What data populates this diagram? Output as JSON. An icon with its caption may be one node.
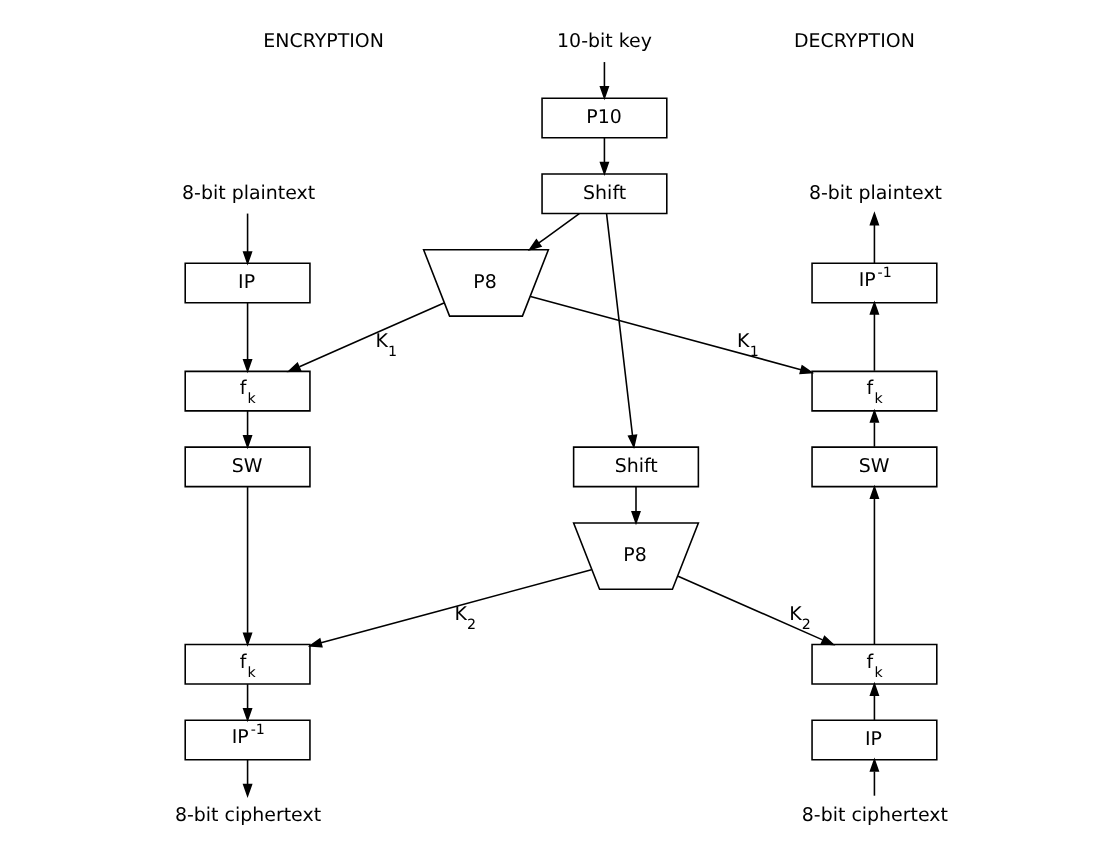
{
  "diagram": {
    "nodes": [
      {
        "text": [
          "10-bit key"
        ]
      },
      {
        "text": [
          "P10"
        ]
      },
      {
        "text": [
          "8-bit plaintext"
        ]
      },
      {
        "text": [
          "Shift"
        ]
      },
      {
        "text": [
          "8-bit plaintext"
        ]
      },
      {
        "text": [
          "IP"
        ]
      },
      {
        "text": [
          "P8"
        ]
      },
      {
        "text": [
          "IP$^{-1}$"
        ]
      },
      {
        "text": [
          "f$_{k}$"
        ]
      },
      {
        "text": [
          "f$_{k}$"
        ]
      },
      {
        "text": [
          "SW"
        ]
      },
      {
        "text": [
          "Shift"
        ]
      },
      {
        "text": [
          "SW"
        ]
      },
      {
        "text": [
          "P8"
        ]
      },
      {
        "text": [
          "f$_{k}$"
        ]
      },
      {
        "text": [
          "f$_{k}$"
        ]
      },
      {
        "text": [
          "IP$^{-1}$"
        ]
      },
      {
        "text": [
          "IP"
        ]
      },
      {
        "text": [
          "8-bit ciphertext"
        ]
      },
      {
        "text": [
          "8-bit ciphertext"
        ]
      }
    ],
    "edges": [
      {
        "from": 0,
        "to": 1,
        "arrow": "to"
      },
      {
        "from": 1,
        "to": 3,
        "arrow": "to"
      },
      {
        "from": 3,
        "to": 6,
        "arrow": "to"
      },
      {
        "from": 3,
        "to": 11,
        "arrow": "to"
      },
      {
        "from": 11,
        "to": 13,
        "arrow": "to"
      },
      {
        "from": 6,
        "to": 8,
        "arrow": "to",
        "label": "K$_{1}$"
      },
      {
        "from": 6,
        "to": 9,
        "arrow": "to",
        "label": "K$_{1}$"
      },
      {
        "from": 13,
        "to": 14,
        "arrow": "to",
        "label": "K$_{2}$"
      },
      {
        "from": 13,
        "to": 15,
        "arrow": "to",
        "label": "K$_{2}$"
      },
      {
        "from": 2,
        "to": 5,
        "arrow": "to"
      },
      {
        "from": 5,
        "to": 8,
        "arrow": "to"
      },
      {
        "from": 8,
        "to": 10,
        "arrow": "to"
      },
      {
        "from": 10,
        "to": 14,
        "arrow": "to"
      },
      {
        "from": 14,
        "to": 16,
        "arrow": "to"
      },
      {
        "from": 16,
        "to": 18,
        "arrow": "to"
      },
      {
        "from": 19,
        "to": 17,
        "arrow": "to"
      },
      {
        "from": 17,
        "to": 15,
        "arrow": "to"
      },
      {
        "from": 15,
        "to": 12,
        "arrow": "to"
      },
      {
        "from": 12,
        "to": 9,
        "arrow": "to"
      },
      {
        "from": 9,
        "to": 7,
        "arrow": "to"
      },
      {
        "from": 7,
        "to": 4,
        "arrow": "to"
      }
    ],
    "labels": [
      "ENCRYPTION",
      "DECRYPTION"
    ]
  }
}
